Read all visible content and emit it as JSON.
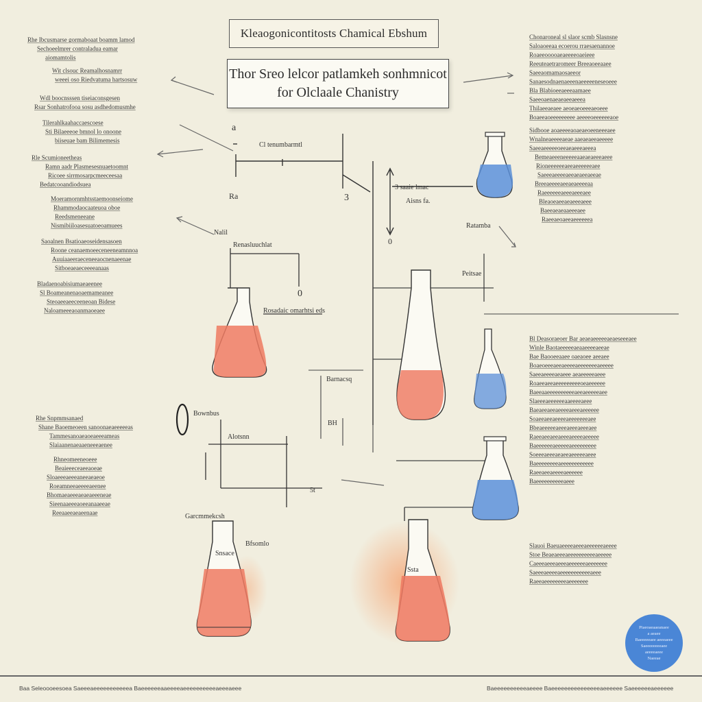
{
  "header": {
    "title": "Kleaogonicontitosts Chamical Ebshum",
    "subtitle_line1": "Thor Sreo lelcor patlamkeh sonhmnicot",
    "subtitle_line2": "for Olclaale Chanistry"
  },
  "diagram_labels": {
    "top_stand_label": "Cl tenumbarmtl",
    "top_left_a": "a",
    "top_left_b": "Ra",
    "top_right_b": "3",
    "arrow_label": "3 saaie lmac",
    "arrow_label_2": "Aisns  fa.",
    "arrow_bottom": "0",
    "mid_label": "Nalil",
    "left_flask_stand": "Renasluuchlat",
    "left_flask_tag": "0",
    "mid_bar_label": "Rosadaic omarhtsi eds",
    "mid_right_label": "Ratamba",
    "small_note": "Peitsae",
    "stem_label": "Barnacsq",
    "left_ring_label": "Bownbus",
    "left_bottom_label": "Garcmmekcsh",
    "left_bottom_label_2": "Snsace",
    "left_bottom_label_3": "Bfsomlo",
    "right_flask_tag": "Ssta",
    "pointer_label": "BH",
    "pointer_label_2": "5t",
    "bottom_bar_label": "Alotsnn"
  },
  "left_notes": [
    "Rhe Ibcusmarse gormaboaat boamm lamod",
    "Sechoeelmrer contraladua eamar",
    "aiomamtolis",
    "Wit clsouc Reamalhosnamrr",
    "weeei oso Riedvatuma hartsosuw",
    "Wdl boocnsssen tiseiaconsgesen",
    "Rsar Sonhatrofooa sosu asdhedomusmhe",
    "Tilerahlkaahaccaescoese",
    "Sti Bilaeeeoe bmnol lo onoone",
    "biiseuae bam Bilimemesis",
    "Rle Scumioneetheas",
    "Ramn aadr Plasmesesnuaetoomnt",
    "Ricoee sirrmosarpcmeeceesaa",
    "Bedatcooandiodsuea",
    "Moeramornmhtsstaemoonseiome",
    "Rhammodaocaateuoa oboe",
    "Reedsmeneeane",
    "Nismibiiloasesuatoeoamuees",
    "Saoalnen Bsatioaeoseidensasoen",
    "Roone ceanaemoeeceneeneamnnoa",
    "Auuiaaeeraeceneeaocnenaeenae",
    "Sitboeaeaeceeeeanaas",
    "Bladaenoabisiumaeaeenee",
    "Sl Boameanenaoaemameanee",
    "Steoaeeaeeceeneoan Bidese",
    "Naloameeeaoanmaoeaee"
  ],
  "left_notes_lower": [
    "Rhe Snpmmsanaed",
    "Shane Baoemeoeen sanoonaeaeeeeeas",
    "Tammesanoaeaoeaeeeameas",
    "Slaiaanenaeaaeneeeaenee",
    "Rhneomeeneoeee",
    "Beaieeeceaeeaoeae",
    "Sloaeeeaeeeaneeaeaeoe",
    "Roeamneeaeeeeaeenee",
    "Bhomaeaeeeaeaeaeeeneae",
    "Sieenaaeeeaoeeanaaeeae",
    "Reeaaeeaeaeenaae"
  ],
  "right_notes": [
    "Chonaroneal sl slaor scmb Slasnsne",
    "Saloaoeeaa ecoerou rraesaenannoe",
    "Roaeeooooaeaeeeeoaeieee",
    "Reeuteaetraromeer Breeaoeeaaee",
    "Saeeaomamaosaeeor",
    "Sanaesodnaenaeeenaeeeeeneseoeee",
    "Bla Blabioeeaeeeaamaee",
    "Saeeoaenaeaeaeeaeeea",
    "Thilaeeaeaee aeoeaeoeeeaeoeee",
    "Boaeeaoeeeeeeeee aeeeeoeeeeeeaoe",
    "Sidbooe aoaeeeeaoaeaeoeeneeeaee",
    "Wnalneaeeeeaeae aaeaeaeeaeeeee",
    "Saeeaeeeeeoeeaeaeeeaeeea",
    "Bemeaeeeneeeeeaaeaeaeeeaeee",
    "Rioneeeeeeaeeaeeeeeeaee",
    "Saeeeaeeeeaeeaeaeeaeeae",
    "Breeaeeeeaeeaeaeeeeaa",
    "Raeeeeeeaeeeaeeeaee",
    "Bleaoeaeeaeaeeeaeee",
    "Baeeaeaeaaeeeaee",
    "Raeeaeoaeeaeeeeeea"
  ],
  "right_notes_lower": [
    "Bl Deasoraeoer Bar aeaeaeeeeeaeaeseeeaee",
    "Winle Baotaeeeeeaeaaeeeeaeeae",
    "Bae Baooeeaaee oaeaoee aeeaee",
    "Boaeoeeeaeeaeeeeaeeeeeeeaeeeee",
    "Saeeaeeeeaeaeee aeaeeeeeaeee",
    "Roaeeaeeaeeeeeeeeeoeaeeeeee",
    "Baeeaaeeeeeeeeeeaeeaeeeeeaee",
    "Slaeeeaeeeeeeaaeeeeaeee",
    "Baeaeeaeeaeeeeaeeeaeeeeee",
    "Soaeeaeeaeeeeaeeeeeeeaee",
    "Bbeaeeeeeaeeeaeeeaeeeaee",
    "Raeeaeeaeeaeeeaeeeeaeeeee",
    "Baeeeeeeaeeeeeaeeeeeeeee",
    "Soeeeaeeeaeaeeaeeeeeaeee",
    "Baeeeeeeeeaeeeeeeeeeeee",
    "Raeeaeeaeeeeaeeeeee",
    "Baeeeeeeeeeeaeee"
  ],
  "right_notes_bottom": [
    "Slauoi Baeuaeeeeaeeeaeeeeeeaeeee",
    "Stoe Beaeaeeeaeeeeeeeeeeaeeeee",
    "Caeeeaeeeaeeeaeeeeeeaeeeeeee",
    "Saeeeaeeeeaeeeeeeeeeeeaeee",
    "Raeeaeeeeeeeeaeeeeeee"
  ],
  "badge": {
    "line1": "Piaeoaeaaeanaee",
    "line2": "a aeaee",
    "line3": "Baeeeeeaee aeeeaeee",
    "line4": "Saeeeeeeeeaee",
    "line5": "aeeeeaeee",
    "line6": "Naeeae"
  },
  "footer": {
    "left": "Baa  Seleoooeesoea  Saeeeaeeeeeeeeeeea  Baeeeeeeaaeeeeaeeeeeeeeeeaeeeaeee",
    "right": "Baeeeeeeeeeeaeeee  Baeeeeeeeeeeeeeeeaeeeeee  Saeeeeeeaeeeeee"
  },
  "colors": {
    "paper": "#f1eedf",
    "red_liquid": "#ee7a62",
    "blue_liquid": "#5b8fd8",
    "badge": "#4a86d6",
    "ink": "#2b2b2b"
  },
  "icons": [
    "flask-icon",
    "arrow-icon",
    "clamp-ring-icon"
  ]
}
